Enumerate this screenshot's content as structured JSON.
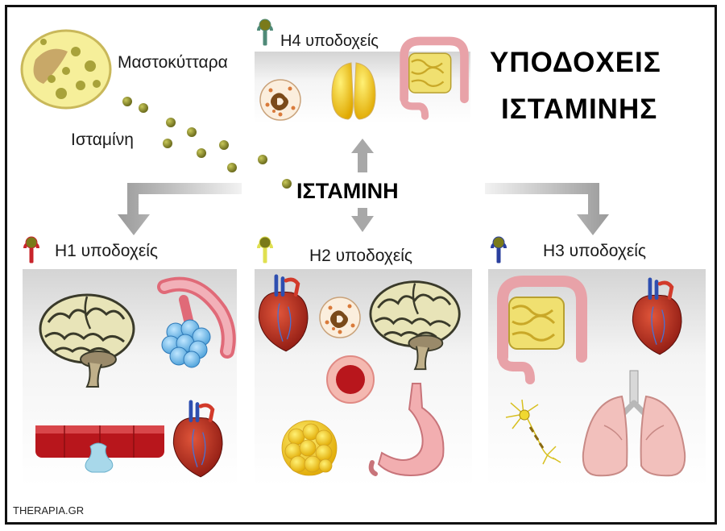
{
  "title": {
    "line1": "ΥΠΟΔΟΧΕΙΣ",
    "line2": "ΙΣΤΑΜΙΝΗΣ"
  },
  "center_label": "ΙΣΤΑΜΙΝΗ",
  "mast_cell_label": "Μαστοκύτταρα",
  "histamine_label": "Ισταμίνη",
  "receptors": {
    "h4": {
      "label": "H4 υποδοχείς",
      "color": "#4f8a78"
    },
    "h1": {
      "label": "H1 υποδοχείς",
      "color": "#c8242b"
    },
    "h2": {
      "label": "H2 υποδοχείς",
      "color": "#e0e050"
    },
    "h3": {
      "label": "H3 υποδοχείς",
      "color": "#2a3f9e"
    }
  },
  "watermark": "THERAPIA.GR",
  "colors": {
    "histamine_dot": "#8a8a2a",
    "arrow": "#a8a8a8",
    "tissue_red": "#b8161c"
  }
}
